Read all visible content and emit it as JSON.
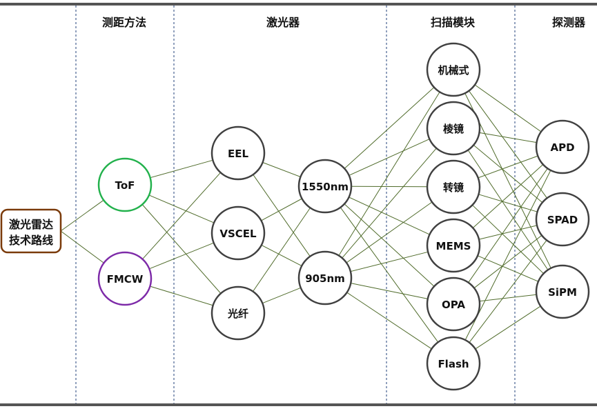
{
  "headers": {
    "ranging": "测距方法",
    "laser": "激光器",
    "scanning": "扫描模块",
    "detector": "探测器"
  },
  "root": {
    "label_line1": "激光雷达",
    "label_line2": "技术路线",
    "color": "#7a3a0a"
  },
  "ranging": [
    {
      "id": "tof",
      "label": "ToF",
      "color": "#22b14c"
    },
    {
      "id": "fmcw",
      "label": "FMCW",
      "color": "#7d2aa8"
    }
  ],
  "laser_types": [
    {
      "id": "eel",
      "label": "EEL"
    },
    {
      "id": "vcsel",
      "label": "VSCEL"
    },
    {
      "id": "fiber",
      "label": "光纤"
    }
  ],
  "wavelengths": [
    {
      "id": "w1550",
      "label": "1550nm"
    },
    {
      "id": "w905",
      "label": "905nm"
    }
  ],
  "scanning": [
    {
      "id": "mech",
      "label": "机械式"
    },
    {
      "id": "prism",
      "label": "棱镜"
    },
    {
      "id": "rotmirror",
      "label": "转镜"
    },
    {
      "id": "mems",
      "label": "MEMS"
    },
    {
      "id": "opa",
      "label": "OPA"
    },
    {
      "id": "flash",
      "label": "Flash"
    }
  ],
  "detectors": [
    {
      "id": "apd",
      "label": "APD"
    },
    {
      "id": "spad",
      "label": "SPAD"
    },
    {
      "id": "sipm",
      "label": "SiPM"
    }
  ],
  "colors": {
    "edge": "#4f6b2a",
    "node_border": "#404040",
    "divider": "#1f3f7a",
    "rule": "#555555"
  }
}
